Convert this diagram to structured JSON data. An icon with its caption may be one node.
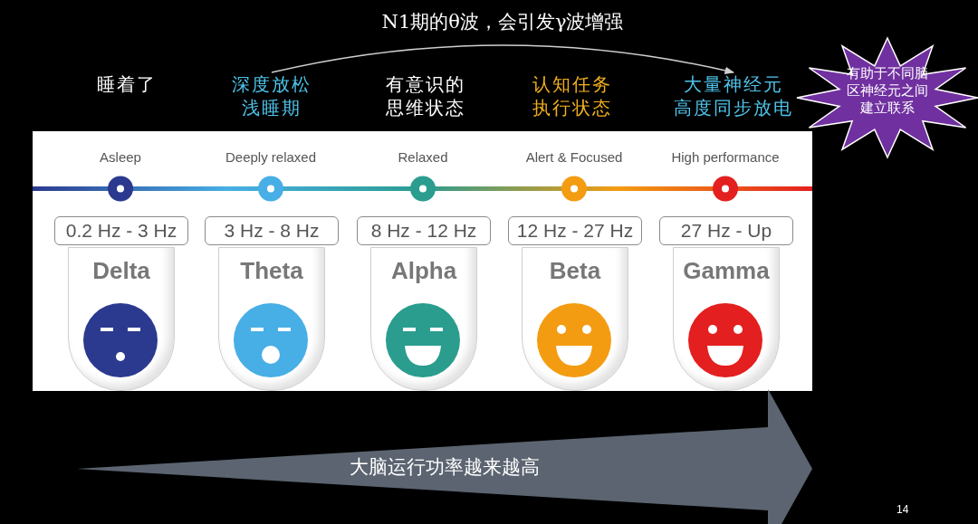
{
  "diagram": {
    "nodes": [
      {
        "text": [
          "深度放松",
          "浅睡期"
        ]
      },
      {
        "text": [
          "大量神经元",
          "高度同步放电"
        ]
      },
      {
        "text": [
          "有助于不同脑区神经元之间建立联系"
        ]
      },
      {
        "text": [
          "大脑运行功率越来越高"
        ]
      },
      {
        "text": [
          "0.2 Hz - 3 Hz",
          "Delta"
        ]
      },
      {
        "text": [
          "3 Hz - 8 Hz",
          "Theta"
        ]
      },
      {
        "text": [
          "8 Hz - 12 Hz",
          "Alpha"
        ]
      },
      {
        "text": [
          "12 Hz - 27 Hz",
          "Beta"
        ]
      },
      {
        "text": [
          "27 Hz - Up",
          "Gamma"
        ]
      }
    ],
    "edges": [
      {
        "from": 0,
        "to": 1,
        "arrow": "to",
        "label": "N1期的θ波，会引发γ波增强"
      }
    ],
    "labels": [
      "睡着了",
      "有意识的",
      "思维状态",
      "认知任务",
      "执行状态",
      "Asleep",
      "Deeply relaxed",
      "Relaxed",
      "Alert & Focused",
      "High performance",
      "14"
    ]
  }
}
